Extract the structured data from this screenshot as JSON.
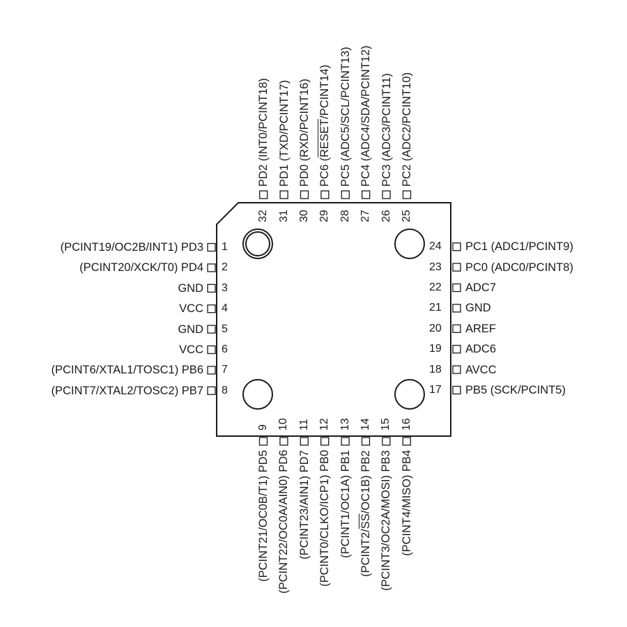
{
  "pins": [
    {
      "num": "1",
      "side": "left",
      "pre": "(PCINT19/OC2B/INT1) PD3"
    },
    {
      "num": "2",
      "side": "left",
      "pre": "(PCINT20/XCK/T0) PD4"
    },
    {
      "num": "3",
      "side": "left",
      "pre": "GND"
    },
    {
      "num": "4",
      "side": "left",
      "pre": "VCC"
    },
    {
      "num": "5",
      "side": "left",
      "pre": "GND"
    },
    {
      "num": "6",
      "side": "left",
      "pre": "VCC"
    },
    {
      "num": "7",
      "side": "left",
      "pre": "(PCINT6/XTAL1/TOSC1) PB6"
    },
    {
      "num": "8",
      "side": "left",
      "pre": "(PCINT7/XTAL2/TOSC2) PB7"
    },
    {
      "num": "9",
      "side": "bottom",
      "pre": "(PCINT21/OC0B/T1) PD5"
    },
    {
      "num": "10",
      "side": "bottom",
      "pre": "(PCINT22/OC0A/AIN0) PD6"
    },
    {
      "num": "11",
      "side": "bottom",
      "pre": "(PCINT23/AIN1) PD7"
    },
    {
      "num": "12",
      "side": "bottom",
      "pre": "(PCINT0/CLKO/ICP1) PB0"
    },
    {
      "num": "13",
      "side": "bottom",
      "pre": "(PCINT1/OC1A) PB1"
    },
    {
      "num": "14",
      "side": "bottom",
      "pre": "(PCINT2/",
      "over": "SS",
      "post": "/OC1B) PB2"
    },
    {
      "num": "15",
      "side": "bottom",
      "pre": "(PCINT3/OC2A/MOSI) PB3"
    },
    {
      "num": "16",
      "side": "bottom",
      "pre": "(PCINT4/MISO) PB4"
    },
    {
      "num": "17",
      "side": "right",
      "pre": "PB5 (SCK/PCINT5)"
    },
    {
      "num": "18",
      "side": "right",
      "pre": "AVCC"
    },
    {
      "num": "19",
      "side": "right",
      "pre": "ADC6"
    },
    {
      "num": "20",
      "side": "right",
      "pre": "AREF"
    },
    {
      "num": "21",
      "side": "right",
      "pre": "GND"
    },
    {
      "num": "22",
      "side": "right",
      "pre": "ADC7"
    },
    {
      "num": "23",
      "side": "right",
      "pre": "PC0 (ADC0/PCINT8)"
    },
    {
      "num": "24",
      "side": "right",
      "pre": "PC1 (ADC1/PCINT9)"
    },
    {
      "num": "25",
      "side": "top",
      "pre": "PC2 (ADC2/PCINT10)"
    },
    {
      "num": "26",
      "side": "top",
      "pre": "PC3 (ADC3/PCINT11)"
    },
    {
      "num": "27",
      "side": "top",
      "pre": "PC4 (ADC4/SDA/PCINT12)"
    },
    {
      "num": "28",
      "side": "top",
      "pre": "PC5 (ADC5/SCL/PCINT13)"
    },
    {
      "num": "29",
      "side": "top",
      "pre": "PC6 (",
      "over": "RESET",
      "post": "/PCINT14)"
    },
    {
      "num": "30",
      "side": "top",
      "pre": "PD0 (RXD/PCINT16)"
    },
    {
      "num": "31",
      "side": "top",
      "pre": "PD1 (TXD/PCINT17)"
    },
    {
      "num": "32",
      "side": "top",
      "pre": "PD2 (INT0/PCINT18)"
    }
  ]
}
